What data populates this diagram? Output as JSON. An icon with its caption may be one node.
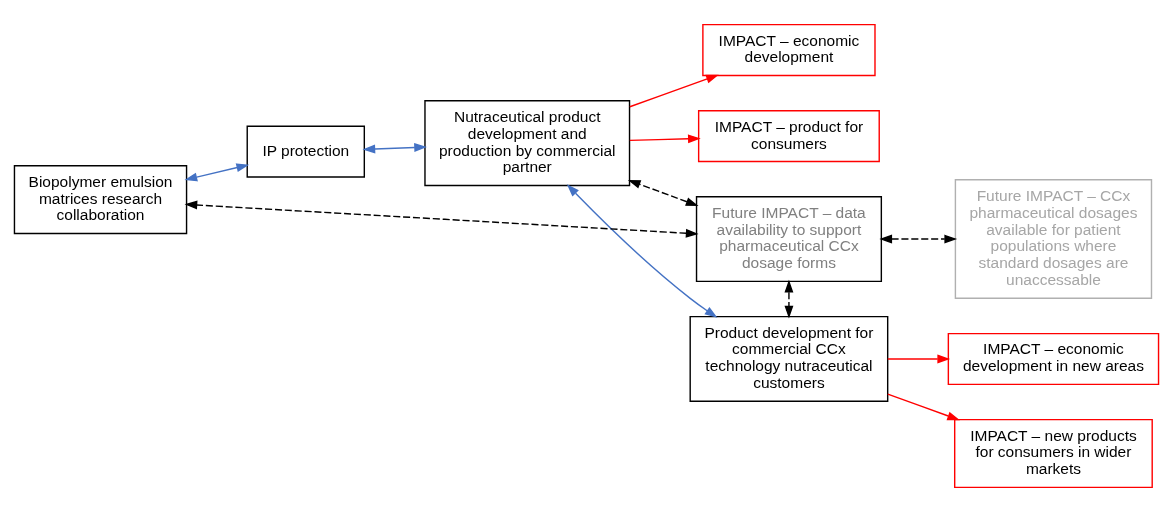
{
  "diagram": {
    "nodes": [
      {
        "text": [
          "Biopolymer emulsion matrices research collaboration"
        ]
      },
      {
        "text": [
          "IP protection"
        ]
      },
      {
        "text": [
          "Nutraceutical product development and production by commercial partner"
        ]
      },
      {
        "text": [
          "IMPACT – economic development"
        ]
      },
      {
        "text": [
          "IMPACT – product for consumers"
        ]
      },
      {
        "text": [
          "Product development for commercial CCx technology nutraceutical customers"
        ]
      },
      {
        "text": [
          "IMPACT – economic development in new areas"
        ]
      },
      {
        "text": [
          "IMPACT – new products for consumers in wider markets"
        ]
      },
      {
        "text": [
          "Future IMPACT – data availability to support pharmaceutical CCx dosage forms"
        ]
      },
      {
        "text": [
          "Future IMPACT – CCx pharmaceutical dosages available for patient populations where standard dosages are unaccessable"
        ]
      }
    ],
    "edges": [
      {
        "from": 0,
        "to": 1,
        "arrow": "both",
        "color": "#4472c4"
      },
      {
        "from": 1,
        "to": 2,
        "arrow": "both",
        "color": "#4472c4"
      },
      {
        "from": 2,
        "to": 5,
        "arrow": "both",
        "color": "#4472c4"
      },
      {
        "from": 2,
        "to": 3,
        "arrow": "to",
        "color": "#ff0000"
      },
      {
        "from": 2,
        "to": 4,
        "arrow": "to",
        "color": "#ff0000"
      },
      {
        "from": 5,
        "to": 6,
        "arrow": "to",
        "color": "#ff0000"
      },
      {
        "from": 5,
        "to": 7,
        "arrow": "to",
        "color": "#ff0000"
      },
      {
        "from": 8,
        "to": 0,
        "arrow": "both",
        "style": "dashed",
        "color": "#000000"
      },
      {
        "from": 8,
        "to": 2,
        "arrow": "both",
        "style": "dashed",
        "color": "#000000"
      },
      {
        "from": 8,
        "to": 5,
        "arrow": "both",
        "style": "dashed",
        "color": "#000000"
      },
      {
        "from": 8,
        "to": 9,
        "arrow": "both",
        "style": "dashed",
        "color": "#000000"
      }
    ]
  }
}
